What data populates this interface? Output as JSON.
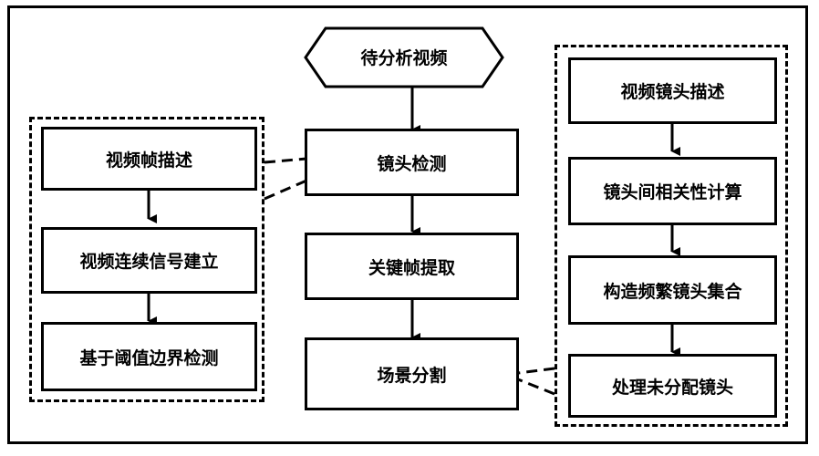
{
  "start": "待分析视频",
  "main_flow": [
    "镜头检测",
    "关键帧提取",
    "场景分割"
  ],
  "left_group": [
    "视频帧描述",
    "视频连续信号建立",
    "基于阈值边界检测"
  ],
  "right_group": [
    "视频镜头描述",
    "镜头间相关性计算",
    "构造频繁镜头集合",
    "处理未分配镜头"
  ]
}
